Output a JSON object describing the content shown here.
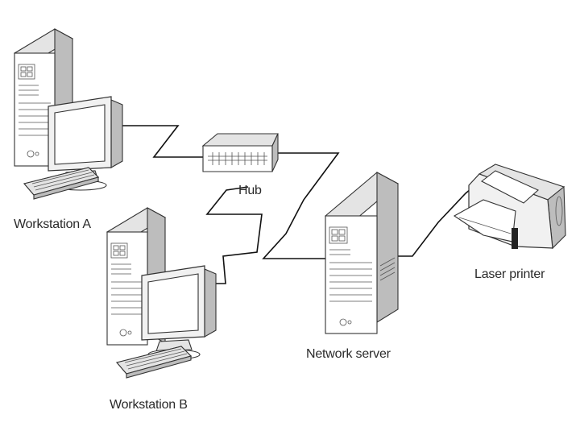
{
  "labels": {
    "workstation_a": "Workstation A",
    "workstation_b": "Workstation B",
    "hub": "Hub",
    "network_server": "Network server",
    "laser_printer": "Laser printer"
  },
  "connections": [
    {
      "from": "workstation_a",
      "to": "hub"
    },
    {
      "from": "workstation_b",
      "to": "hub"
    },
    {
      "from": "hub",
      "to": "network_server"
    },
    {
      "from": "network_server",
      "to": "laser_printer"
    }
  ]
}
